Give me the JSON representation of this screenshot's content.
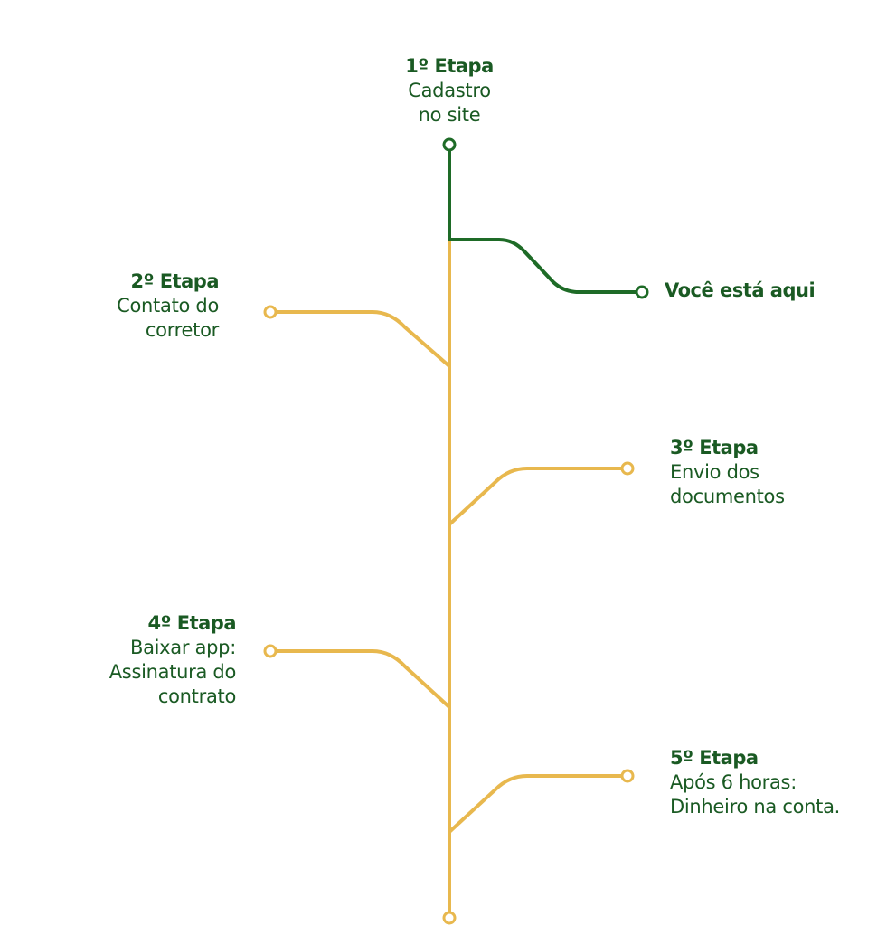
{
  "colors": {
    "active": "#1e6b27",
    "pending": "#e8b84e",
    "text": "#1a5a23"
  },
  "current_marker": "Você está aqui",
  "steps": [
    {
      "title": "1º Etapa",
      "lines": [
        "Cadastro",
        "no site"
      ]
    },
    {
      "title": "2º Etapa",
      "lines": [
        "Contato do",
        "corretor"
      ]
    },
    {
      "title": "3º Etapa",
      "lines": [
        "Envio dos",
        "documentos"
      ]
    },
    {
      "title": "4º Etapa",
      "lines": [
        "Baixar app:",
        "Assinatura do",
        "contrato"
      ]
    },
    {
      "title": "5º Etapa",
      "lines": [
        "Após 6 horas:",
        "Dinheiro na conta."
      ]
    }
  ]
}
